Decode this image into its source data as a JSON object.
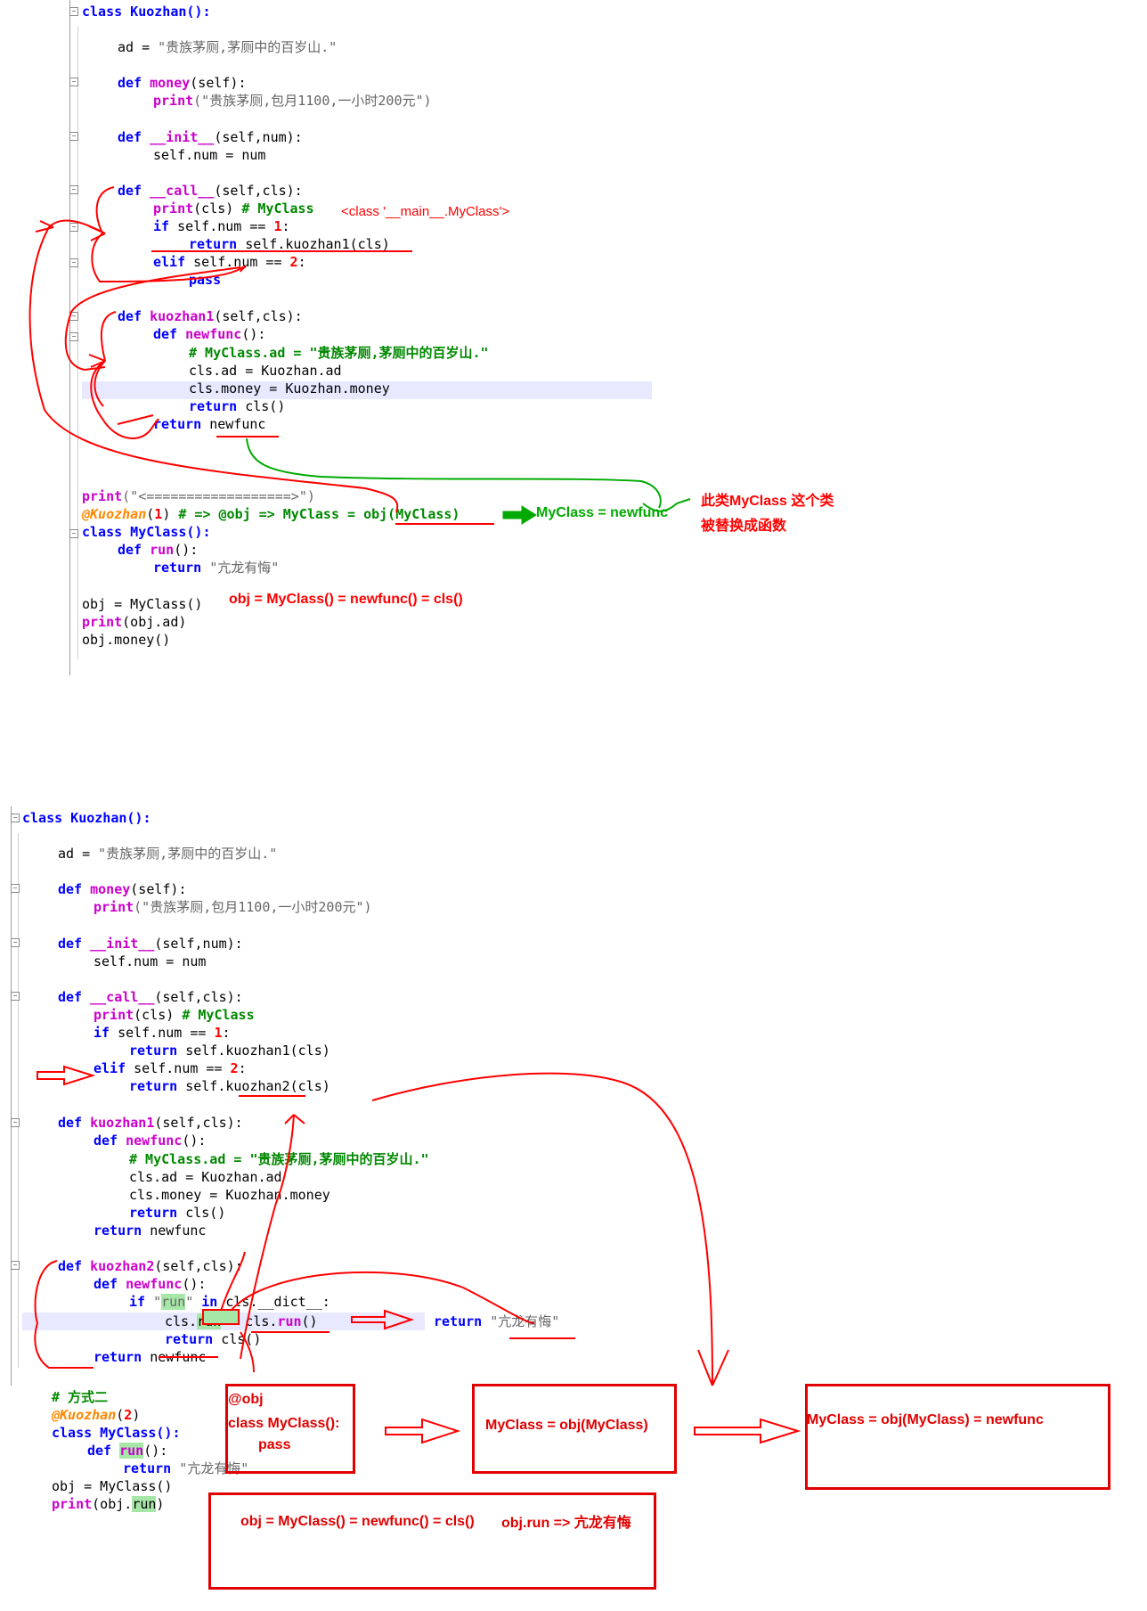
{
  "panel1": {
    "lines": {
      "l1": "class Kuozhan():",
      "l2_var": "ad",
      "l2_eq": " = ",
      "l2_str": "\"贵族茅厕,茅厕中的百岁山.\"",
      "l3_def": "def ",
      "l3_fn": "money",
      "l3_rest": "(self):",
      "l4_print": "print",
      "l4_str": "(\"贵族茅厕,包月1100,一小时200元\")",
      "l5_def": "def ",
      "l5_fn": "__init__",
      "l5_rest": "(self,num):",
      "l6": "self.num = num",
      "l7_def": "def ",
      "l7_fn": "__call__",
      "l7_rest": "(self,cls):",
      "l8_print": "print",
      "l8_rest": "(cls) ",
      "l8_cm": "# MyClass",
      "l9_if": "if",
      "l9_rest": " self.num == ",
      "l9_num": "1",
      "l9_colon": ":",
      "l10_ret": "return",
      "l10_rest": " self.kuozhan1(cls)",
      "l11_elif": "elif",
      "l11_rest": " self.num == ",
      "l11_num": "2",
      "l11_colon": ":",
      "l12": "pass",
      "l13_def": "def ",
      "l13_fn": "kuozhan1",
      "l13_rest": "(self,cls):",
      "l14_def": "def ",
      "l14_fn": "newfunc",
      "l14_rest": "():",
      "l15_cm": "# MyClass.ad = ",
      "l15_str": "\"贵族茅厕,茅厕中的百岁山.\"",
      "l16": "cls.ad = Kuozhan.ad",
      "l17": "cls.money = Kuozhan.money",
      "l18_ret": "return",
      "l18_rest": " cls()",
      "l19_ret": "return",
      "l19_rest": " newfunc",
      "l20_print": "print",
      "l20_str": "(\"<==================>\")",
      "l21_dec": "@Kuozhan",
      "l21_p1": "(",
      "l21_num": "1",
      "l21_p2": ") ",
      "l21_cm": "# => @obj => MyClass = obj(MyClass)",
      "l22": "class MyClass():",
      "l23_def": "def ",
      "l23_fn": "run",
      "l23_rest": "():",
      "l24_ret": "return",
      "l24_str": " \"亢龙有悔\"",
      "l25": "obj = MyClass()",
      "l26_print": "print",
      "l26_rest": "(obj.ad)",
      "l27": "obj.money()"
    },
    "notes": {
      "cls_repr": "<class '__main__.MyClass'>",
      "myclass_newfunc": "MyClass = newfunc",
      "replaced_1": "此类MyClass 这个类",
      "replaced_2": "被替换成函数",
      "obj_chain": "obj = MyClass() = newfunc() = cls()"
    }
  },
  "panel2": {
    "lines": {
      "l1": "class Kuozhan():",
      "l2_var": "ad",
      "l2_eq": " = ",
      "l2_str": "\"贵族茅厕,茅厕中的百岁山.\"",
      "l3_def": "def ",
      "l3_fn": "money",
      "l3_rest": "(self):",
      "l4_print": "print",
      "l4_str": "(\"贵族茅厕,包月1100,一小时200元\")",
      "l5_def": "def ",
      "l5_fn": "__init__",
      "l5_rest": "(self,num):",
      "l6": "self.num = num",
      "l7_def": "def ",
      "l7_fn": "__call__",
      "l7_rest": "(self,cls):",
      "l8_print": "print",
      "l8_rest": "(cls) ",
      "l8_cm": "# MyClass",
      "l9_if": "if",
      "l9_rest": " self.num == ",
      "l9_num": "1",
      "l9_colon": ":",
      "l10_ret": "return",
      "l10_rest": " self.kuozhan1(cls)",
      "l11_elif": "elif",
      "l11_rest": " self.num == ",
      "l11_num": "2",
      "l11_colon": ":",
      "l12_ret": "return",
      "l12_rest": " self.kuozhan2(cls)",
      "l13_def": "def ",
      "l13_fn": "kuozhan1",
      "l13_rest": "(self,cls):",
      "l14_def": "def ",
      "l14_fn": "newfunc",
      "l14_rest": "():",
      "l15_cm": "# MyClass.ad = ",
      "l15_str": "\"贵族茅厕,茅厕中的百岁山.\"",
      "l16": "cls.ad = Kuozhan.ad",
      "l17": "cls.money = Kuozhan.money",
      "l18_ret": "return",
      "l18_rest": " cls()",
      "l19_ret": "return",
      "l19_rest": " newfunc",
      "l20_def": "def ",
      "l20_fn": "kuozhan2",
      "l20_rest": "(self,cls):",
      "l21_def": "def ",
      "l21_fn": "newfunc",
      "l21_rest": "():",
      "l22_if": "if",
      "l22_sp": " ",
      "l22_q1": "\"",
      "l22_run": "run",
      "l22_q2": "\"",
      "l22_in": " in",
      "l22_rest": " cls.__dict__:",
      "l23_a": "cls.",
      "l23_run": "run",
      "l23_b": " = cls.",
      "l23_run2": "run",
      "l23_c": "()",
      "l24_ret": "return",
      "l24_rest": " cls()",
      "l25_ret": "return",
      "l25_rest": " newfunc",
      "l26_cm": "# 方式二",
      "l27_dec": "@Kuozhan",
      "l27_p1": "(",
      "l27_num": "2",
      "l27_p2": ")",
      "l28": "class MyClass():",
      "l29_def": "def ",
      "l29_fn": "run",
      "l29_rest": "():",
      "l30_ret": "return",
      "l30_str": " \"亢龙有悔\"",
      "l31": "obj = MyClass()",
      "l32_print": "print",
      "l32_a": "(obj.",
      "l32_run": "run",
      "l32_b": ")"
    },
    "notes": {
      "return_note_kw": "return",
      "return_note_str": " \"亢龙有悔\"",
      "box1_l1": "@obj",
      "box1_l2": "class MyClass():",
      "box1_l3": "pass",
      "box2": "MyClass = obj(MyClass)",
      "box3": "MyClass = obj(MyClass) = newfunc",
      "box4_a": "obj = MyClass() = newfunc() = cls()",
      "box4_b": "obj.run => 亢龙有悔"
    }
  },
  "colors": {
    "keyword": "#0000ff",
    "function": "#cc00cc",
    "comment": "#008800",
    "string": "#666666",
    "number": "#ff0000",
    "decorator": "#ff8800",
    "annotation_red": "#ff0000",
    "annotation_green": "#00aa00"
  }
}
